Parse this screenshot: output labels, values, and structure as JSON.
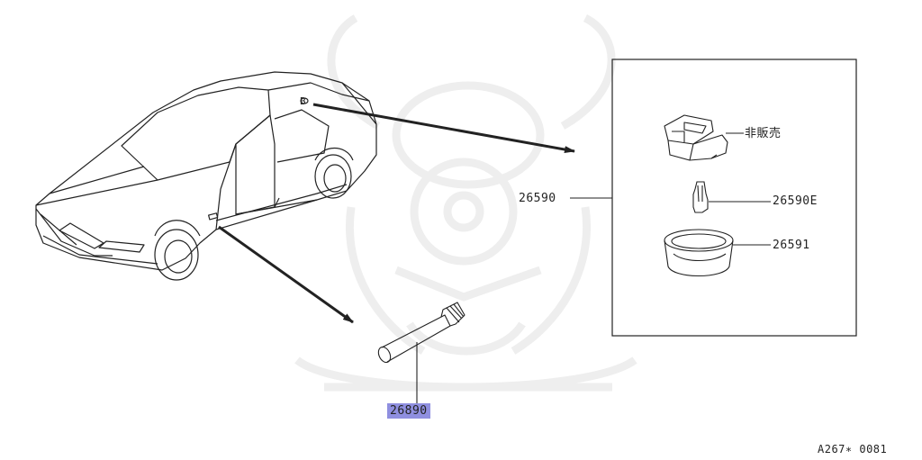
{
  "watermark": {
    "name": "kabuto-samurai-helmet-watermark"
  },
  "colors": {
    "line": "#222222",
    "highlight": "#8f8fe0",
    "watermark": "#eeeeee",
    "background": "#ffffff"
  },
  "callouts": {
    "assembly": "26590",
    "not_for_sale": "非販売",
    "bulb": "26590E",
    "housing": "26591",
    "side_lamp": "26890",
    "car_marker": "B"
  },
  "diagram_code": "A267∗ 0081"
}
